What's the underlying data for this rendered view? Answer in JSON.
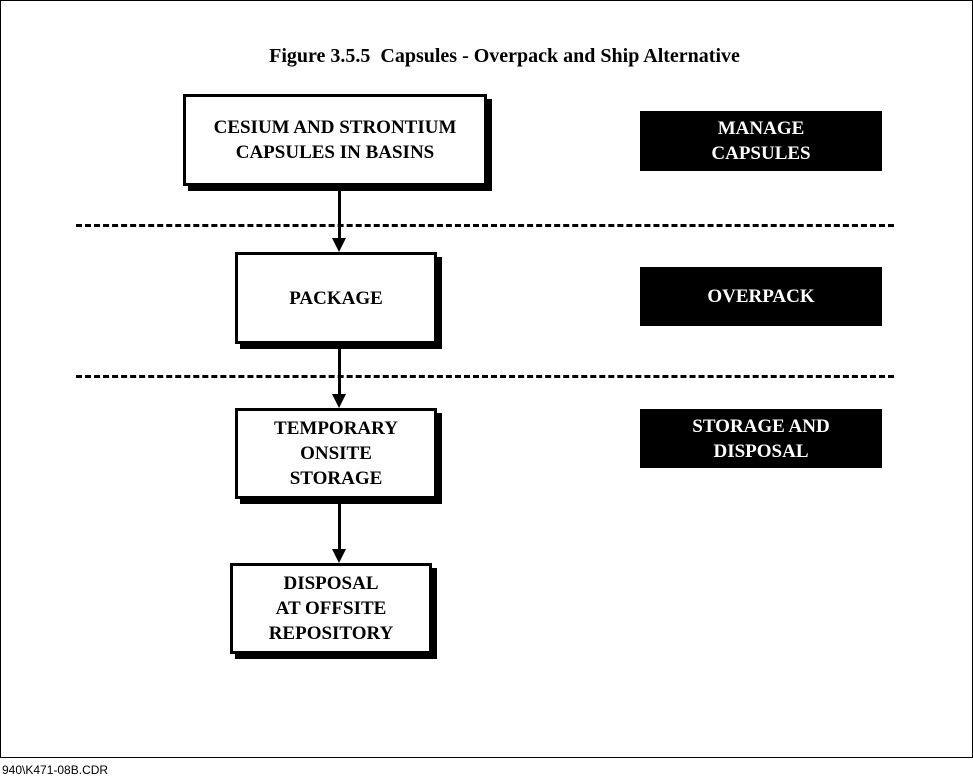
{
  "title": "Figure 3.5.5  Capsules - Overpack and Ship Alternative",
  "boxes": {
    "capsules": "CESIUM AND STRONTIUM\nCAPSULES IN BASINS",
    "package": "PACKAGE",
    "temporary_storage": "TEMPORARY\nONSITE\nSTORAGE",
    "disposal": "DISPOSAL\nAT OFFSITE\nREPOSITORY"
  },
  "phases": {
    "manage": "MANAGE\nCAPSULES",
    "overpack": "OVERPACK",
    "storage": "STORAGE AND\nDISPOSAL"
  },
  "footer": "940\\K471-08B.CDR"
}
